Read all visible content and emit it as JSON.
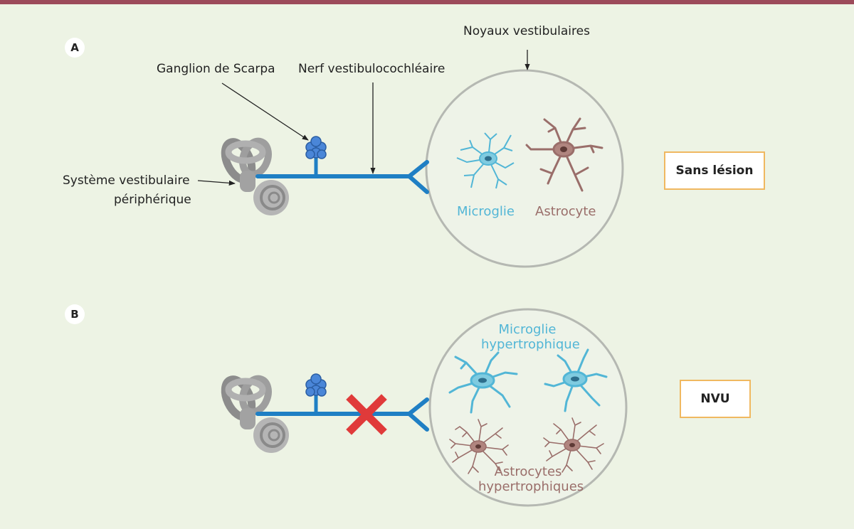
{
  "panels": {
    "a": {
      "letter": "A",
      "status_label": "Sans lésion"
    },
    "b": {
      "letter": "B",
      "status_label": "NVU"
    }
  },
  "labels": {
    "noyaux": "Noyaux vestibulaires",
    "ganglion": "Ganglion de Scarpa",
    "nerf": "Nerf vestibulocochléaire",
    "systeme_line1": "Système vestibulaire",
    "systeme_line2": "périphérique",
    "microglie": "Microglie",
    "astrocyte": "Astrocyte",
    "microglie_hyper_line1": "Microglie",
    "microglie_hyper_line2": "hypertrophique",
    "astrocytes_hyper_line1": "Astrocytes",
    "astrocytes_hyper_line2": "hypertrophiques"
  },
  "colors": {
    "background": "#edf3e4",
    "top_bar": "#9c4a5a",
    "nerve": "#1f7fc4",
    "ganglion": "#4a86d8",
    "microglia": "#52b6d6",
    "astrocyte": "#9a6e6a",
    "lesion_cross": "#e03a3a",
    "tag_border": "#f0b860",
    "circle_border": "#b5b8b2"
  }
}
